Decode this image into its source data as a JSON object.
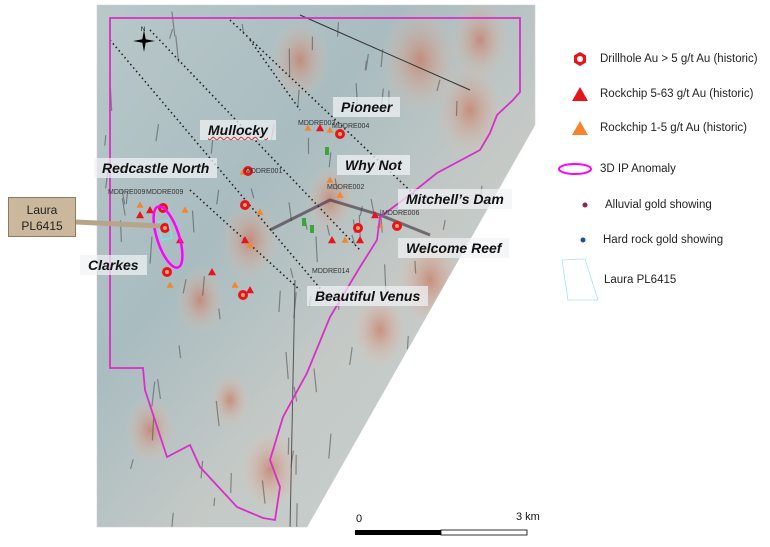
{
  "places": {
    "pioneer": "Pioneer",
    "mullocky": "Mullocky",
    "why_not": "Why Not",
    "redcastle_north": "Redcastle North",
    "mitchells_dam": "Mitchell’s Dam",
    "welcome_reef": "Welcome Reef",
    "clarkes": "Clarkes",
    "beautiful_venus": "Beautiful Venus"
  },
  "drillholes": [
    "MDDRE003",
    "MDDRE004",
    "MDDRE001",
    "MDDRE002",
    "MDDRE009",
    "MDDRE009",
    "MDDRE014",
    "MDDRE006"
  ],
  "callout": {
    "line1": "Laura",
    "line2": "PL6415"
  },
  "north_label": "N",
  "legend": [
    {
      "label": "Drillhole Au > 5 g/t Au (historic)",
      "icon": "hexagon-ring",
      "color": "#e8141b"
    },
    {
      "label": "Rockchip 5-63 g/t Au (historic)",
      "icon": "triangle",
      "color": "#e8141b"
    },
    {
      "label": "Rockchip 1-5 g/t Au (historic)",
      "icon": "triangle",
      "color": "#f4852b"
    },
    {
      "label": "3D IP Anomaly",
      "icon": "ellipse",
      "color": "#ff00ff"
    },
    {
      "label": "Alluvial gold showing",
      "icon": "dot",
      "color": "#8a2a4a"
    },
    {
      "label": "Hard rock gold showing",
      "icon": "dot",
      "color": "#1f4e9e"
    },
    {
      "label": "Laura PL6415",
      "icon": "polygon",
      "color": "#7fe0e6"
    }
  ],
  "scale": {
    "start": "0",
    "end": "3 km"
  }
}
